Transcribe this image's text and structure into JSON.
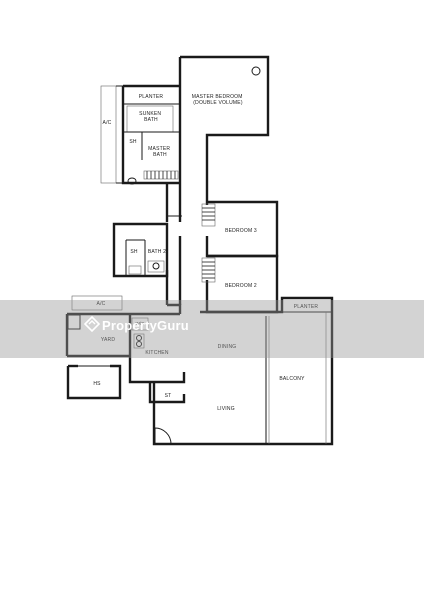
{
  "rooms": {
    "planter_top": "PLANTER",
    "ac_top": "A/C",
    "sunken_bath": "SUNKEN\nBATH",
    "sh_master": "SH",
    "master_bath": "MASTER\nBATH",
    "master_bedroom": "MASTER BEDROOM\n(DOUBLE VOLUME)",
    "bedroom3": "BEDROOM 3",
    "sh_bath2": "SH",
    "bath2": "BATH 2",
    "bedroom2": "BEDROOM 2",
    "ac_mid": "A/C",
    "planter_right": "PLANTER",
    "dining": "DINING",
    "yard": "YARD",
    "wc": "W/C",
    "kitchen": "KITCHEN",
    "balcony": "BALCONY",
    "hs": "HS",
    "st": "ST",
    "living": "LIVING"
  },
  "watermark": {
    "text": "PropertyGuru"
  }
}
